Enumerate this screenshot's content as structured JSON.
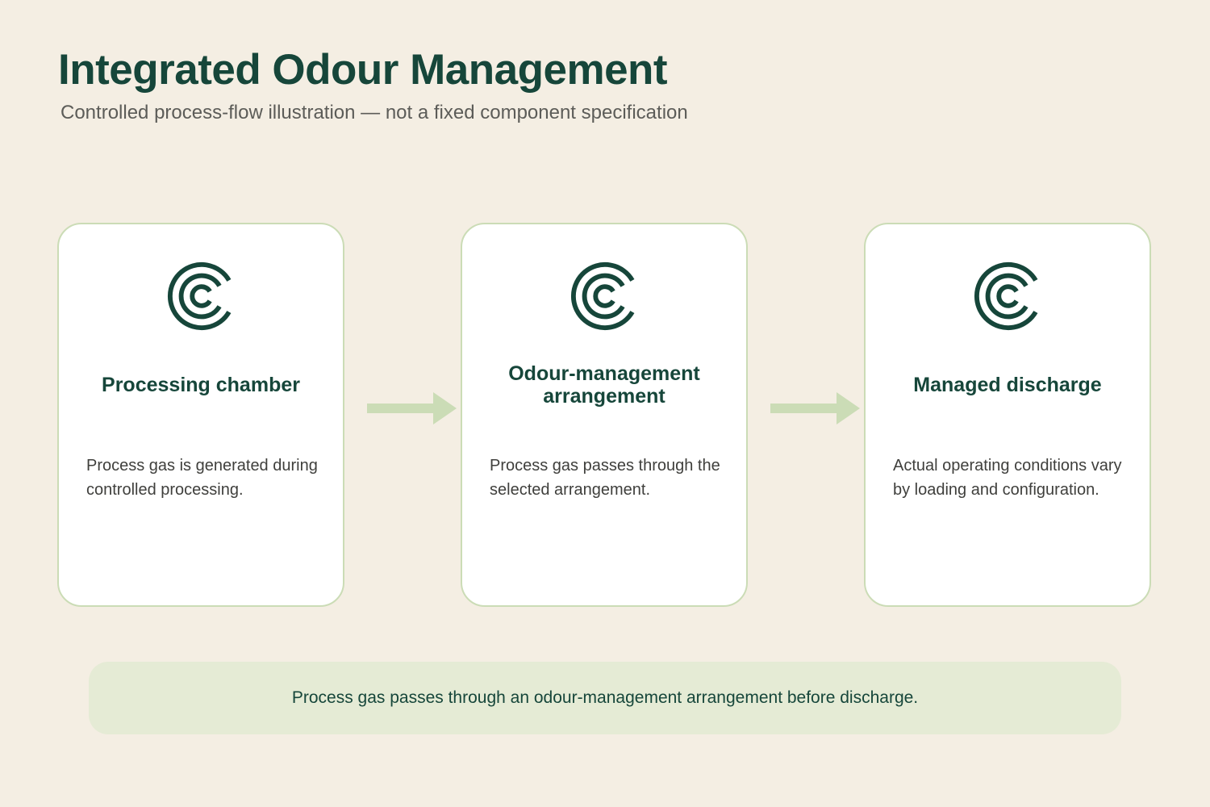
{
  "header": {
    "title": "Integrated Odour Management",
    "subtitle": "Controlled process-flow illustration — not a fixed component specification"
  },
  "steps": [
    {
      "icon": "concentric-c-logo-icon",
      "heading": "Processing chamber",
      "description": "Process gas is generated during controlled processing."
    },
    {
      "icon": "concentric-c-logo-icon",
      "heading": "Odour-management arrangement",
      "description": "Process gas passes through the selected arrangement."
    },
    {
      "icon": "concentric-c-logo-icon",
      "heading": "Managed discharge",
      "description": "Actual operating conditions vary by loading and configuration."
    }
  ],
  "footer_note": "Process gas passes through an odour-management arrangement before discharge.",
  "colors": {
    "background": "#f4eee3",
    "primary": "#16463a",
    "card_border": "#cbdcb6",
    "arrow": "#cbdcb6",
    "note_background": "#e5ebd5"
  }
}
